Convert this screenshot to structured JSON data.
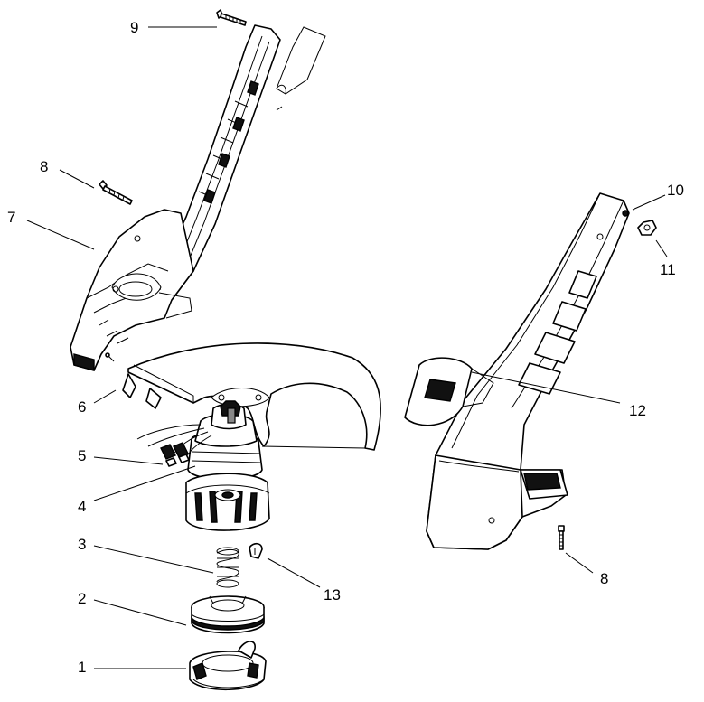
{
  "callouts": [
    {
      "id": "c9",
      "label": "9"
    },
    {
      "id": "c8a",
      "label": "8"
    },
    {
      "id": "c7",
      "label": "7"
    },
    {
      "id": "c6",
      "label": "6"
    },
    {
      "id": "c5",
      "label": "5"
    },
    {
      "id": "c4",
      "label": "4"
    },
    {
      "id": "c3",
      "label": "3"
    },
    {
      "id": "c2",
      "label": "2"
    },
    {
      "id": "c1",
      "label": "1"
    },
    {
      "id": "c13",
      "label": "13"
    },
    {
      "id": "c10",
      "label": "10"
    },
    {
      "id": "c11",
      "label": "11"
    },
    {
      "id": "c12",
      "label": "12"
    },
    {
      "id": "c8b",
      "label": "8"
    }
  ]
}
